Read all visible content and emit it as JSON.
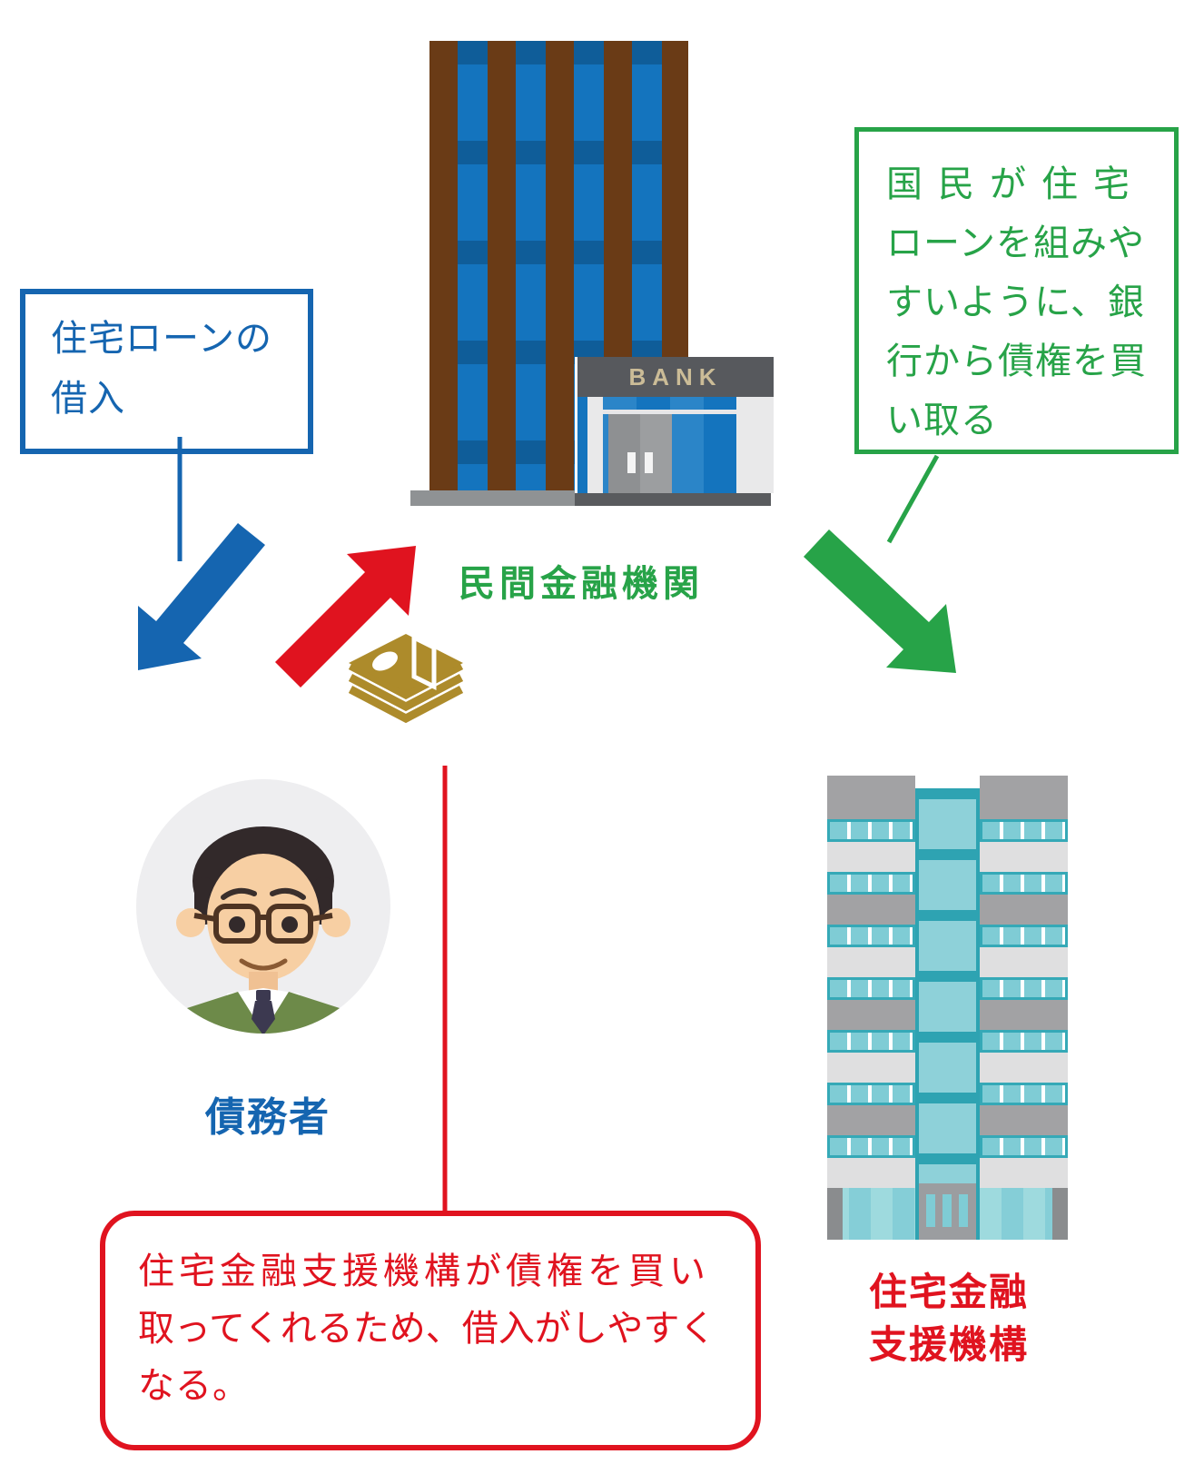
{
  "colors": {
    "blue": "#1565b0",
    "red": "#e0131f",
    "green": "#27a348",
    "gold": "#ad8b2b",
    "bank_brown": "#6a3b16",
    "bank_window": "#1474be",
    "bank_window_dark": "#0f5d99",
    "sign_gray": "#57595d",
    "sign_text": "#cbbc97",
    "base_light": "#8f9294",
    "base_dark": "#595b5e",
    "teal": "#35a9b7",
    "teal_light": "#7fccd5",
    "teal_pane": "#8ed1d9",
    "wing_gray": "#a2a2a4",
    "wing_light": "#dfdfe0",
    "avatar_bg": "#eeeef0",
    "skin": "#f7cfa3",
    "hair": "#32292a",
    "cardigan": "#6d8a49",
    "tie": "#3c3950"
  },
  "callouts": {
    "loan": {
      "lines": [
        "住宅ローンの",
        "借入"
      ]
    },
    "purchase": {
      "lines": [
        "国民が住宅",
        "ローンを組みや",
        "すいように、銀",
        "行から債権を買",
        "い取る"
      ]
    },
    "benefit": {
      "lines": [
        "住宅金融支援機構が債権を買い",
        "取ってくれるため、借入がしやすく",
        "なる。"
      ]
    }
  },
  "labels": {
    "bank": "民間金融機関",
    "bank_sign": "BANK",
    "debtor": "債務者",
    "agency_lines": [
      "住宅金融",
      "支援機構"
    ]
  },
  "icons": {
    "money_stack": "gold-banknote-stack-icon",
    "blue_arrow": "arrow-down-left (loan to debtor)",
    "red_arrow": "arrow-up-right (repayment to bank)",
    "green_arrow": "arrow-down-right (loan claims sold to agency)"
  }
}
